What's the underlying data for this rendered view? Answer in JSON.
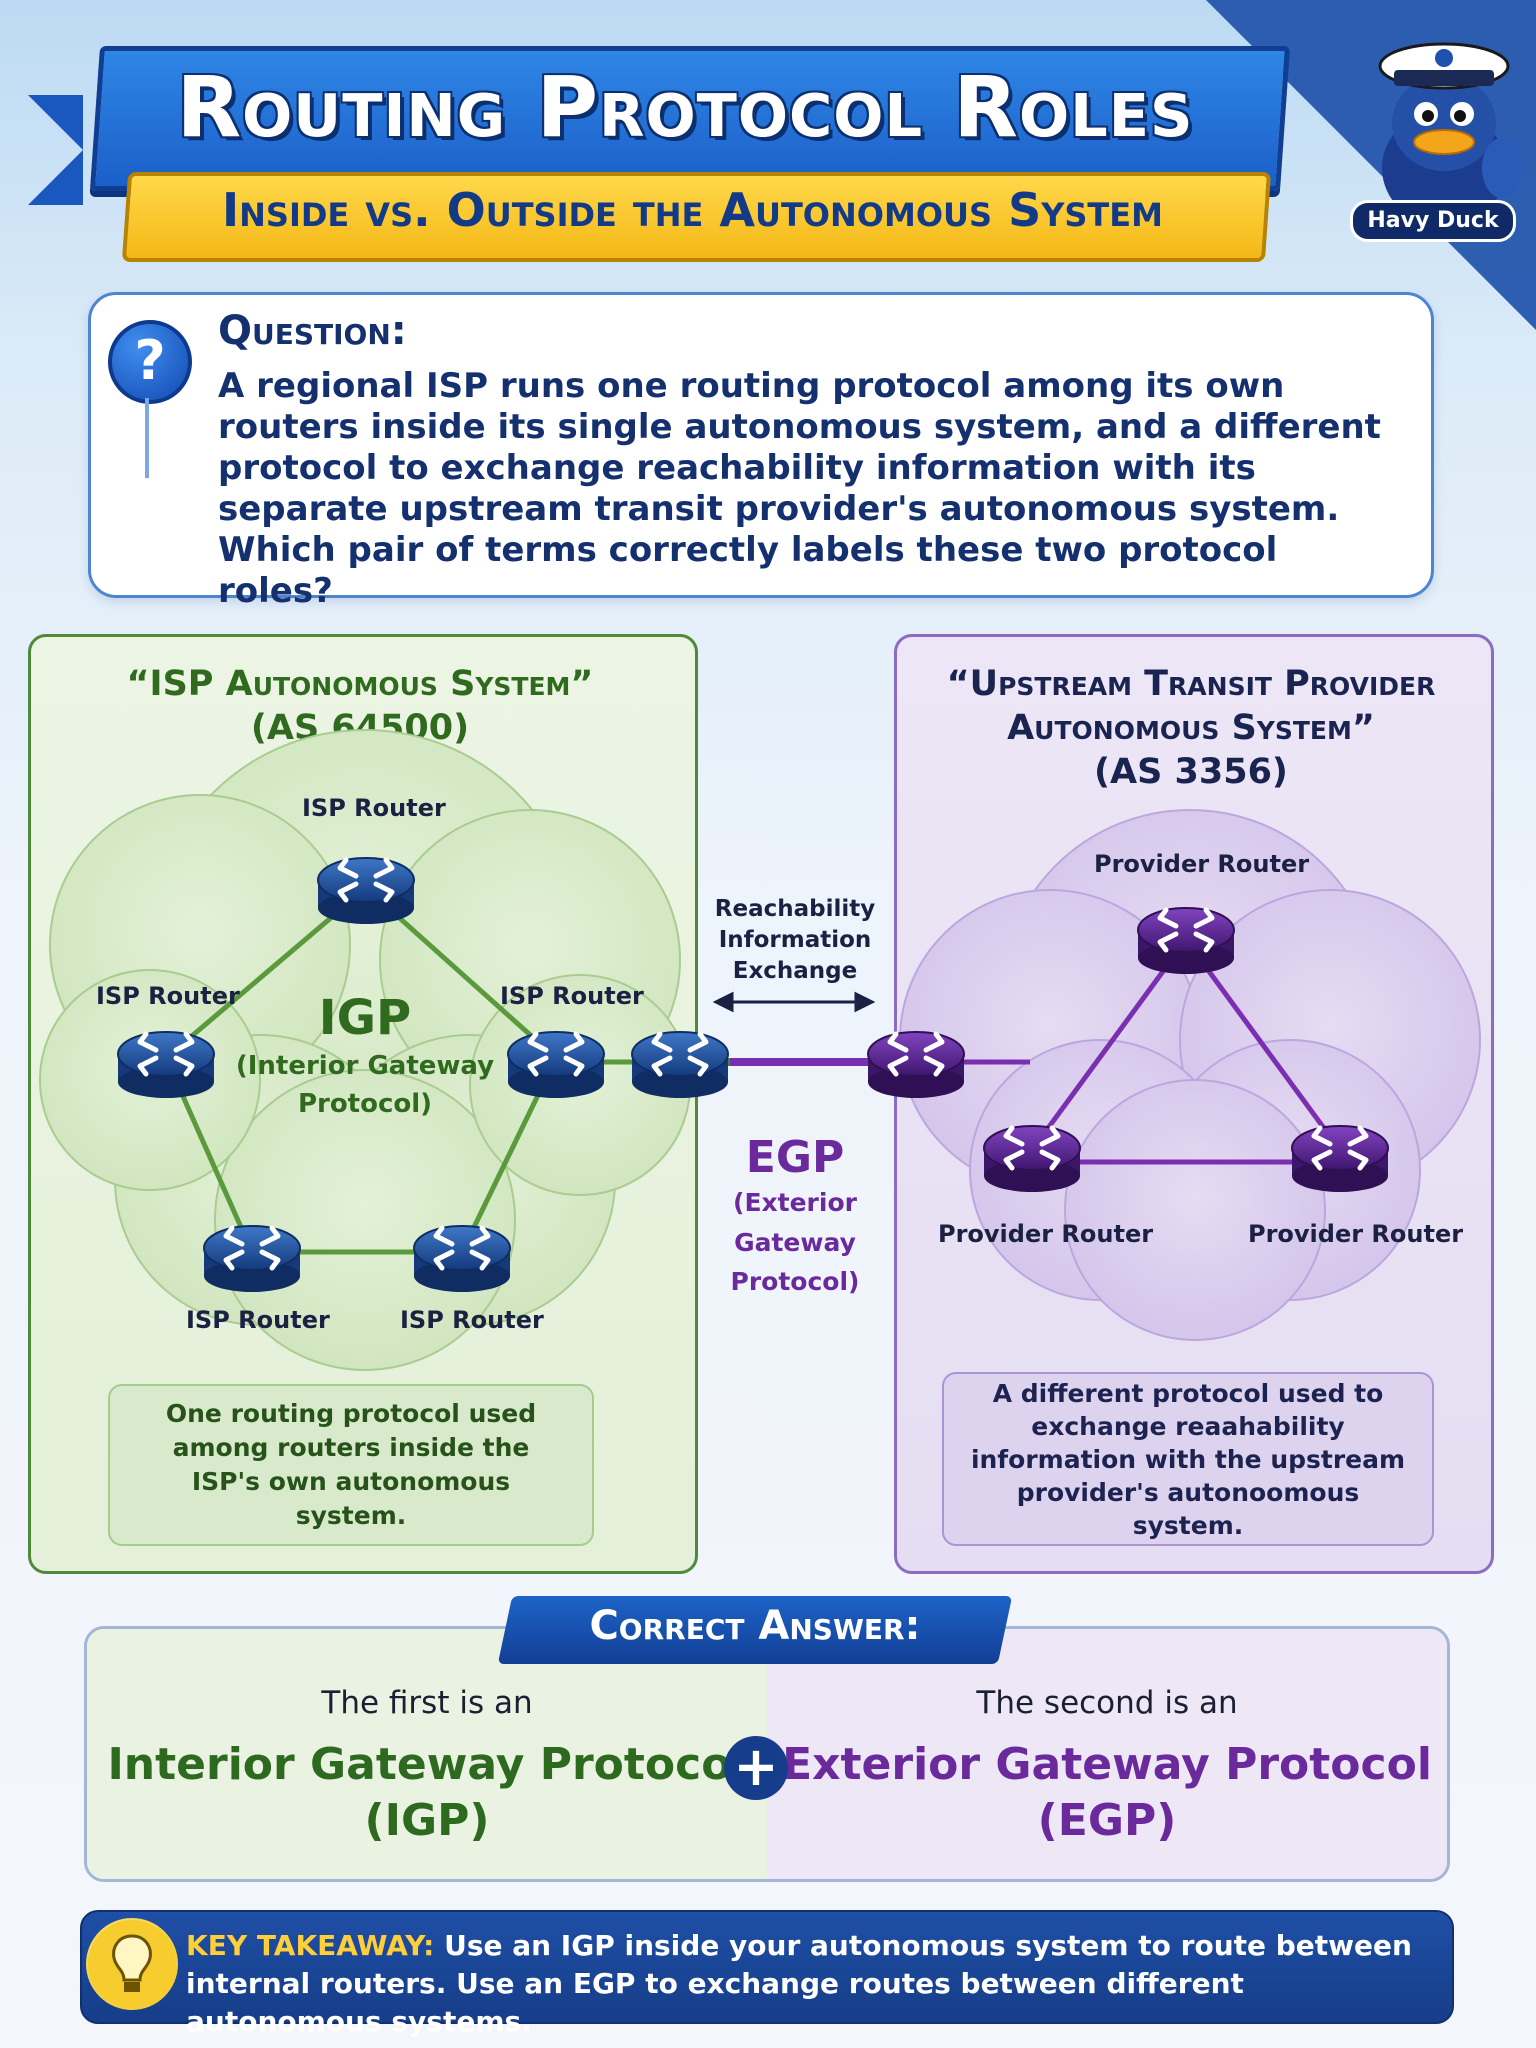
{
  "header": {
    "title": "Routing Protocol Roles",
    "subtitle": "Inside vs. Outside the Autonomous System",
    "mascot_badge": "Havy Duck"
  },
  "question": {
    "heading": "Question:",
    "text": "A regional ISP runs one routing protocol among its own routers inside its single autonomous system, and a different protocol to exchange reachability information with its separate upstream transit provider's autonomous system. Which pair of terms correctly labels these two protocol roles?"
  },
  "isp_panel": {
    "title": "“ISP Autonomous System”",
    "as_number": "(AS 64500)",
    "router_label": "ISP Router",
    "protocol_abbr": "IGP",
    "protocol_full_1": "(Interior Gateway",
    "protocol_full_2": "Protocol)",
    "note": "One routing protocol used among routers inside the ISP's own autonomous system."
  },
  "link": {
    "line1": "Reachability",
    "line2": "Information",
    "line3": "Exchange",
    "protocol_abbr": "EGP",
    "protocol_full_1": "(Exterior Gateway",
    "protocol_full_2": "Protocol)"
  },
  "provider_panel": {
    "title_1": "“Upstream Transit Provider",
    "title_2": "Autonomous System”",
    "as_number": "(AS 3356)",
    "router_label": "Provider Router",
    "note": "A different protocol used to exchange reaahability information with the upstream provider's autonoomous system."
  },
  "answer": {
    "tag": "Correct Answer:",
    "left_intro": "The first is an",
    "left_term_1": "Interior Gateway Protocol",
    "left_term_2": "(IGP)",
    "right_intro": "The second is an",
    "right_term_1": "Exterior Gateway Protocol",
    "right_term_2": "(EGP)"
  },
  "takeaway": {
    "key": "KEY TAKEAWAY:",
    "text": " Use an IGP inside your autonomous system to route between internal routers. Use an EGP to exchange routes between different autonomous systems."
  },
  "colors": {
    "isp_green": "#2f6a1f",
    "provider_purple": "#6a2a9c",
    "router_blue": "#1f4f9a",
    "router_purple": "#5a2590",
    "navy": "#14306f",
    "accent_yellow": "#f4b817"
  },
  "icons": {
    "question": "question-mark-icon",
    "router": "router-icon",
    "plus": "plus-icon",
    "bulb": "lightbulb-icon",
    "arrow": "double-arrow-icon"
  }
}
